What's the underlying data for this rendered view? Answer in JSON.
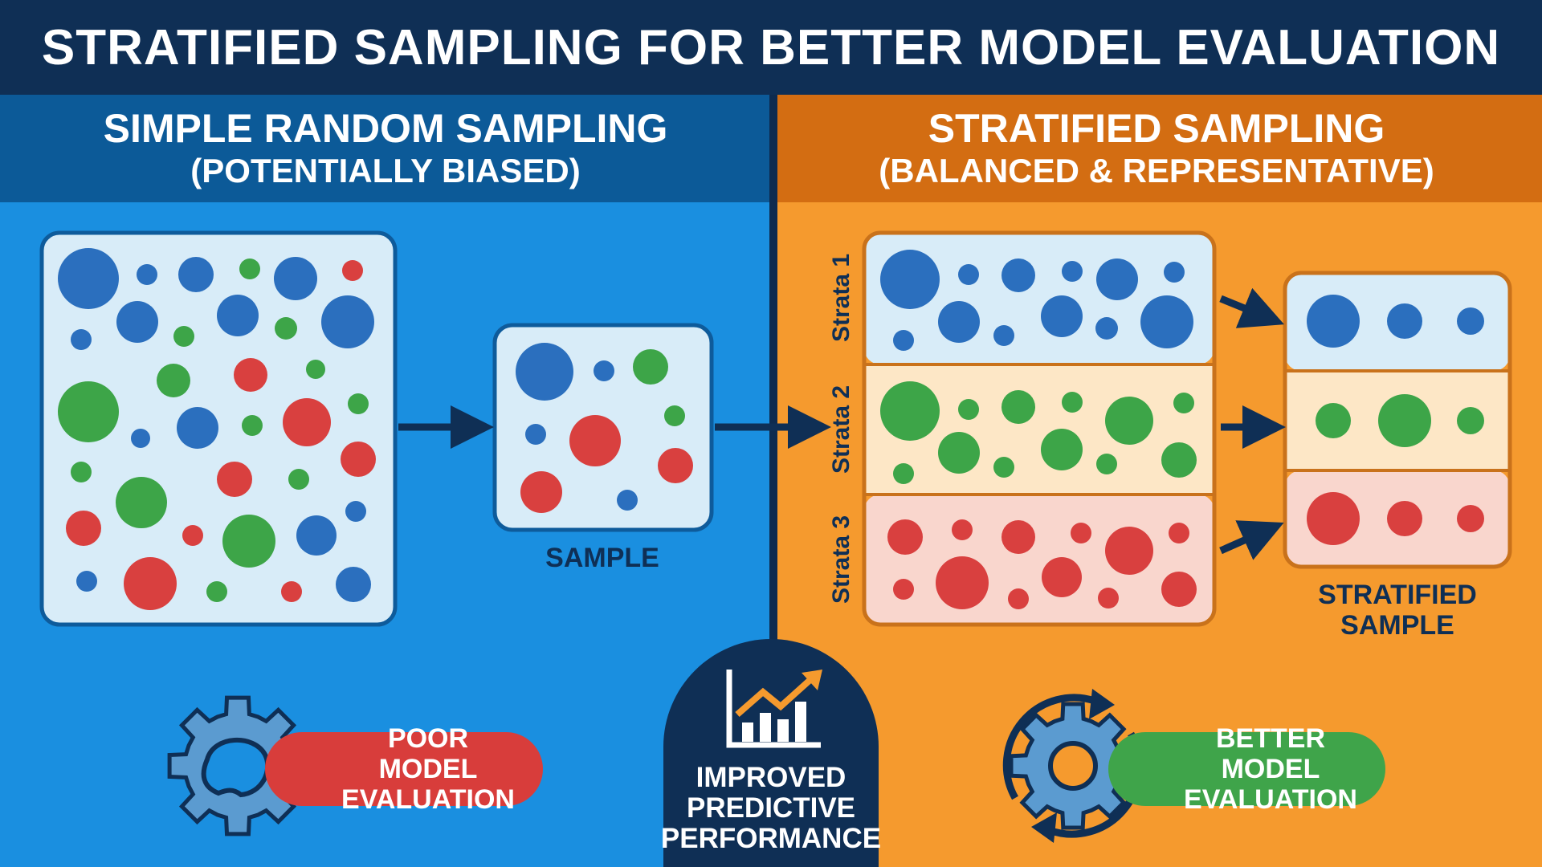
{
  "title": "STRATIFIED SAMPLING FOR BETTER MODEL EVALUATION",
  "left_panel": {
    "heading": "SIMPLE RANDOM SAMPLING",
    "subheading": "(POTENTIALLY BIASED)",
    "sample_label": "SAMPLE",
    "result_label": "POOR MODEL EVALUATION"
  },
  "right_panel": {
    "heading": "STRATIFIED SAMPLING",
    "subheading": "(BALANCED & REPRESENTATIVE)",
    "strata": [
      "Strata 1",
      "Strata 2",
      "Strata 3"
    ],
    "sample_label": "STRATIFIED SAMPLE",
    "result_label": "BETTER MODEL EVALUATION"
  },
  "center_badge": {
    "label": "IMPROVED PREDICTIVE PERFORMANCE",
    "icon": "growth-chart-icon"
  },
  "colors": {
    "blue_dot": "#2b6fbe",
    "green_dot": "#3da548",
    "red_dot": "#d9403f",
    "navy": "#0f2f55"
  }
}
